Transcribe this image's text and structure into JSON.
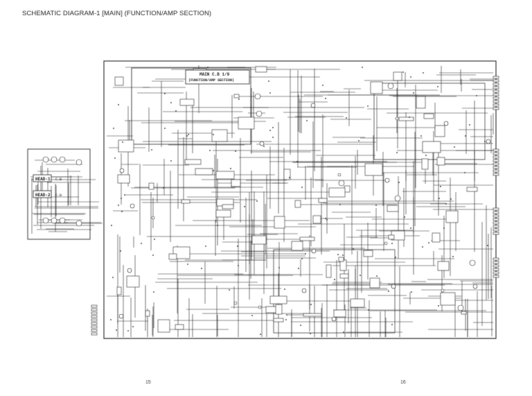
{
  "header": {
    "title": "SCHEMATIC DIAGRAM-1 [MAIN] (FUNCTION/AMP SECTION)"
  },
  "board": {
    "title_line1": "MAIN C.B 1/9",
    "title_line2": "(FUNCTION/AMP SECTION)"
  },
  "heads": {
    "head1_label": "HEAD-1",
    "head2_label": "HEAD-2",
    "head1_board": "C.B",
    "head2_board": "C.B"
  },
  "pages": {
    "left": "15",
    "right": "16"
  },
  "colors": {
    "ink": "#1a1a1a",
    "paper": "#ffffff"
  }
}
